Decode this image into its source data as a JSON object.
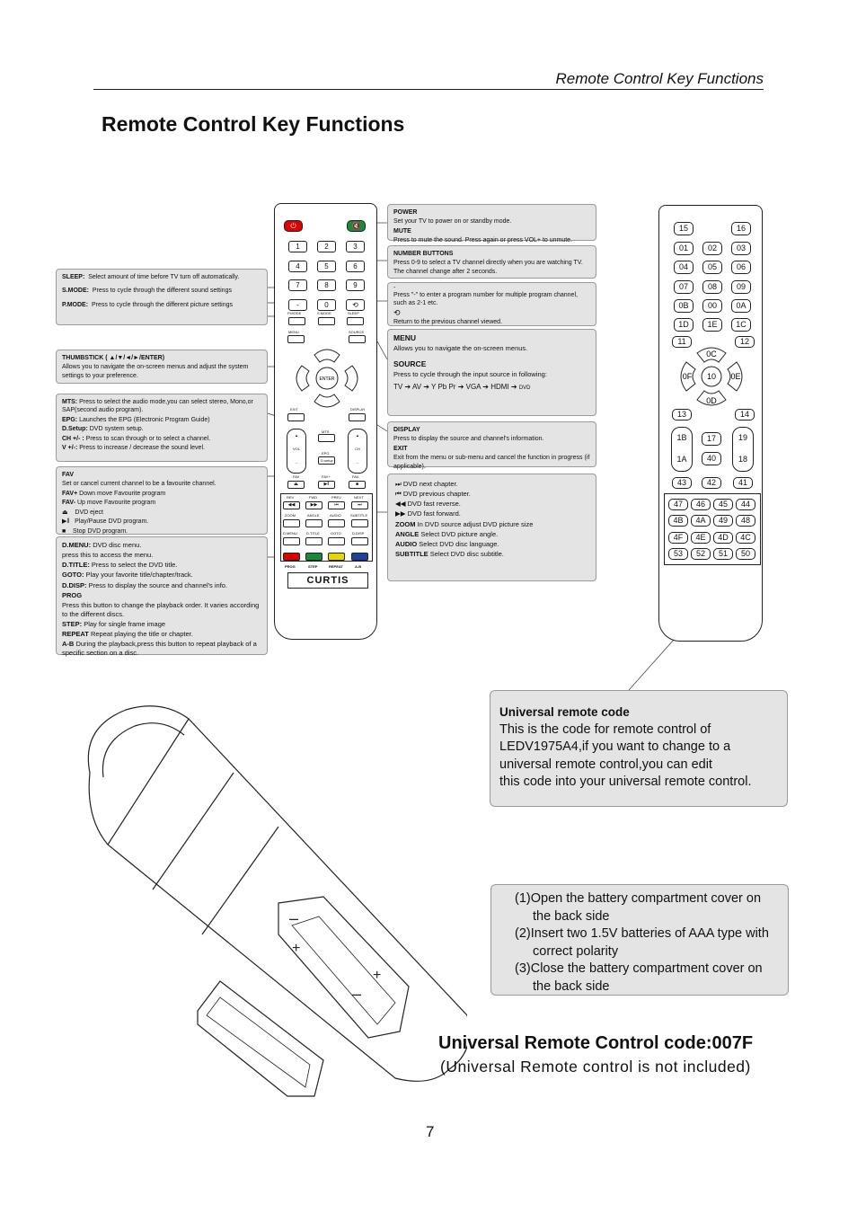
{
  "header": {
    "running_title": "Remote Control Key Functions"
  },
  "page_title": "Remote Control Key Functions",
  "left_boxes": {
    "sleep": {
      "key": "SLEEP:",
      "desc": "Select amount of time before TV turn off automatically."
    },
    "smode": {
      "key": "S.MODE:",
      "desc": "Press to cycle through the different sound settings"
    },
    "pmode": {
      "key": "P.MODE:",
      "desc": "Press to cycle through the different picture settings"
    },
    "thumbstick": {
      "key": "THUMBSTICK",
      "keys": "( ▲/▼/◄/►/ENTER)",
      "desc": "Allows you to navigate the on-screen menus and adjust the system settings to your preference."
    },
    "mts": {
      "key": "MTS:",
      "desc": "Press to select the audio mode,you can select stereo, Mono,or SAP(second audio program)."
    },
    "epg": {
      "key": "EPG:",
      "desc": "Launches the EPG (Electronic Program Guide)"
    },
    "dsetup": {
      "key": "D.Setup:",
      "desc": "DVD system setup."
    },
    "ch": {
      "key": "CH +/- :",
      "desc": "Press to scan through or to select a channel."
    },
    "vol": {
      "key": "V +/-:",
      "desc": "Press to increase / decrease the sound level."
    },
    "fav": {
      "key": "FAV",
      "desc": "Set or cancel current channel to be a favourite channel."
    },
    "favp": {
      "key": "FAV+",
      "desc": "Down move Favourite program"
    },
    "favm": {
      "key": "FAV-",
      "desc": "Up move Favourite program"
    },
    "eject": {
      "desc": "DVD eject"
    },
    "play": {
      "desc": "Play/Pause DVD program."
    },
    "stop": {
      "desc": "Stop DVD program."
    },
    "dmenu": {
      "key": "D.MENU:",
      "desc": "DVD disc menu.",
      "desc2": "press this to access the menu."
    },
    "dtitle": {
      "key": "D.TITLE:",
      "desc": "Press to select the DVD title."
    },
    "goto": {
      "key": "GOTO:",
      "desc": "Play your favorite title/chapter/track."
    },
    "ddisp": {
      "key": "D.DISP:",
      "desc": "Press to display the source and channel's info."
    },
    "prog": {
      "key": "PROG",
      "desc": "Press this button to change the playback order. It varies according to the different discs."
    },
    "step": {
      "key": "STEP:",
      "desc": "Play for single frame image"
    },
    "repeat": {
      "key": "REPEAT",
      "desc": "Repeat playing the title or chapter."
    },
    "ab": {
      "key": "A-B",
      "desc": "During the playback,press this button to repeat playback of a specific section on a disc."
    }
  },
  "right_boxes": {
    "power": {
      "key": "POWER",
      "desc": "Set your TV to power on or standby mode."
    },
    "mute": {
      "key": "MUTE",
      "desc": "Press to mute the sound. Press again or press VOL+ to unmute."
    },
    "numbers": {
      "key": "NUMBER BUTTONS",
      "desc": "Press 0-9 to select a TV channel directly when you are watching TV. The channel change after 2 seconds."
    },
    "dash": {
      "key": "-",
      "desc": "Press \"-\" to enter a program number for multiple program channel, such as 2-1 etc."
    },
    "recall": {
      "desc": "Return to the previous channel viewed."
    },
    "menu": {
      "key": "MENU",
      "desc": "Allows you to navigate the on-screen menus."
    },
    "source": {
      "key": "SOURCE",
      "desc": "Press to cycle through the input source in following:"
    },
    "source_chain": [
      "TV",
      "AV",
      "Y Pb Pr",
      "VGA",
      "HDMI",
      "DVD"
    ],
    "display": {
      "key": "DISPLAY",
      "desc": "Press to display the source and channel's information."
    },
    "exit": {
      "key": "EXIT",
      "desc": "Exit from the menu or sub-menu and cancel the function in progress (if applicable)."
    },
    "next": {
      "desc": "DVD next chapter."
    },
    "prev": {
      "desc": "DVD previous chapter."
    },
    "rev": {
      "desc": "DVD fast reverse."
    },
    "fwd": {
      "desc": "DVD fast forward."
    },
    "zoom": {
      "key": "ZOOM",
      "desc": "In DVD source adjust DVD picture size"
    },
    "angle": {
      "key": "ANGLE",
      "desc": "Select DVD picture angle."
    },
    "audio": {
      "key": "AUDIO",
      "desc": "Select DVD disc language."
    },
    "subtitle": {
      "key": "SUBTITLE",
      "desc": "Select DVD disc subtitle."
    }
  },
  "remote": {
    "digits": [
      "1",
      "2",
      "3",
      "4",
      "5",
      "6",
      "7",
      "8",
      "9",
      "-",
      "0",
      "⟲"
    ],
    "labels": {
      "pmode": "P.MODE",
      "smode": "S.MODE",
      "sleep": "SLEEP",
      "menu": "MENU",
      "source": "SOURCE",
      "enter": "ENTER",
      "exit": "EXIT",
      "display": "DISPLAY",
      "mts": "MTS",
      "vol": "VOL",
      "ch": "CH",
      "epg": "EPG",
      "dsetup": "D.setup",
      "fav": "FAV",
      "favp": "FAV+",
      "favm": "FAV-"
    },
    "dvd_row1": [
      "REV",
      "FWD",
      "PREV",
      "NEXT"
    ],
    "dvd_row2": [
      "ZOOM",
      "ANGLE",
      "AUDIO",
      "SUBTITLE"
    ],
    "dvd_row3": [
      "D.MENU",
      "D.TITLE",
      "GOTO",
      "D.DISP"
    ],
    "color_keys": [
      "PROG",
      "STEP",
      "REPEAT",
      "A-B"
    ],
    "brand": "CURTIS"
  },
  "code_remote": {
    "top": [
      "15",
      "16"
    ],
    "grid": [
      [
        "01",
        "02",
        "03"
      ],
      [
        "04",
        "05",
        "06"
      ],
      [
        "07",
        "08",
        "09"
      ],
      [
        "0B",
        "00",
        "0A"
      ],
      [
        "1D",
        "1E",
        "1C"
      ]
    ],
    "row11": [
      "11",
      "12"
    ],
    "nav": {
      "up": "0C",
      "left": "0F",
      "center": "10",
      "right": "0E",
      "down": "0D"
    },
    "row13": [
      "13",
      "14"
    ],
    "mid": {
      "a": "1B",
      "b": "17",
      "c": "19",
      "d": "1A",
      "e": "40",
      "f": "18"
    },
    "row43": [
      "43",
      "42",
      "41"
    ],
    "dvd": [
      [
        "47",
        "46",
        "45",
        "44"
      ],
      [
        "4B",
        "4A",
        "49",
        "48"
      ],
      [
        "4F",
        "4E",
        "4D",
        "4C"
      ],
      [
        "53",
        "52",
        "51",
        "50"
      ]
    ]
  },
  "universal_info": {
    "title": "Universal remote code",
    "lines": [
      "This is the code for remote control of",
      "LEDV1975A4,if you want to change to a",
      "universal remote control,you can edit",
      "this code into your universal remote control."
    ]
  },
  "battery_steps": [
    "(1)Open the battery compartment cover on the back side",
    "(2)Insert two 1.5V batteries of AAA type with correct polarity",
    "(3)Close the battery compartment cover on the back side"
  ],
  "code_line": "Universal Remote Control code:007F",
  "code_note": "(Universal Remote control is not included)",
  "page_number": "7"
}
